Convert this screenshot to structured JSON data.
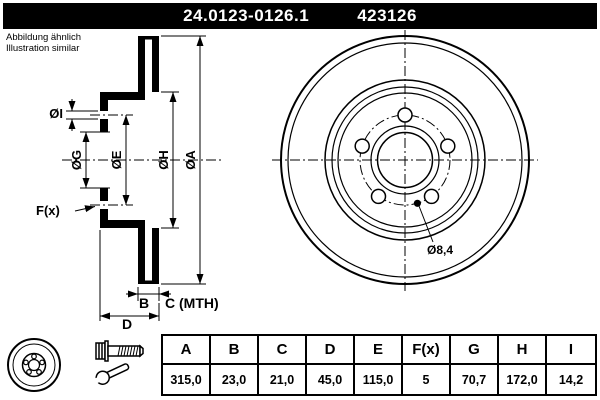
{
  "header": {
    "catalog_number": "24.0123-0126.1",
    "article_number": "423126"
  },
  "note": {
    "line1": "Abbildung ähnlich",
    "line2": "Illustration similar"
  },
  "drawing": {
    "section_labels": {
      "dia_i": "ØI",
      "dia_g": "ØG",
      "dia_e": "ØE",
      "dia_h": "ØH",
      "dia_a": "ØA",
      "holes": "F(x)",
      "b": "B",
      "c_mth": "C (MTH)",
      "d": "D"
    },
    "front_labels": {
      "screw_hole_dia": "Ø8,4"
    },
    "icons": [
      "brake-disc",
      "mounting-bolt",
      "wrench"
    ]
  },
  "spec_table": {
    "columns": [
      {
        "label": "A",
        "value": "315,0"
      },
      {
        "label": "B",
        "value": "23,0"
      },
      {
        "label": "C",
        "value": "21,0"
      },
      {
        "label": "D",
        "value": "45,0"
      },
      {
        "label": "E",
        "value": "115,0"
      },
      {
        "label": "F(x)",
        "value": "5"
      },
      {
        "label": "G",
        "value": "70,7"
      },
      {
        "label": "H",
        "value": "172,0"
      },
      {
        "label": "I",
        "value": "14,2"
      }
    ]
  },
  "colors": {
    "header_bg": "#000000",
    "header_text": "#ffffff",
    "line": "#000000",
    "background": "#ffffff"
  }
}
